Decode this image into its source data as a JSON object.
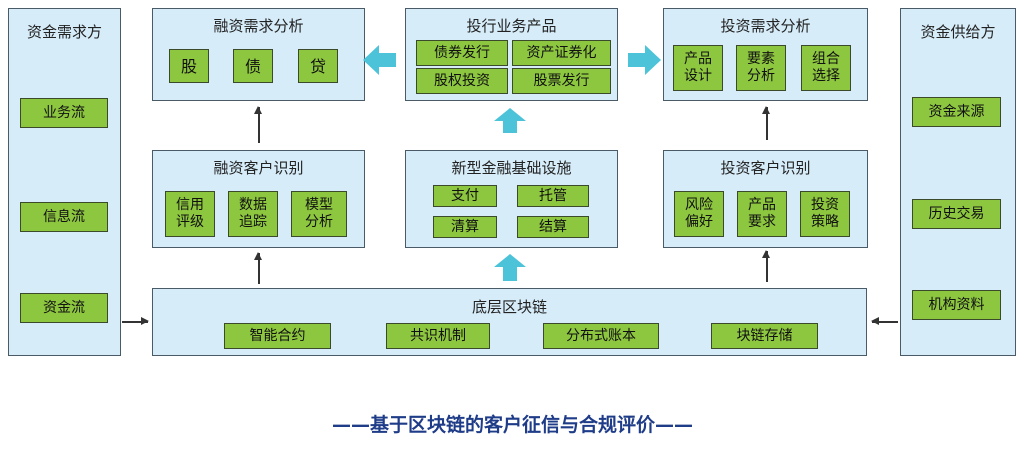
{
  "colors": {
    "panel": "#d6ecf9",
    "item": "#8dc63f",
    "big_arrow": "#4cc3d9",
    "footer": "#1f3c88"
  },
  "left_panel": {
    "title": "资金需求方",
    "items": [
      "业务流",
      "信息流",
      "资金流"
    ]
  },
  "right_panel": {
    "title": "资金供给方",
    "items": [
      "资金来源",
      "历史交易",
      "机构资料"
    ]
  },
  "financing_demand": {
    "title": "融资需求分析",
    "items": [
      "股",
      "债",
      "贷"
    ]
  },
  "ib_products": {
    "title": "投行业务产品",
    "items": [
      "债券发行",
      "资产证券化",
      "股权投资",
      "股票发行"
    ]
  },
  "investment_demand": {
    "title": "投资需求分析",
    "items": [
      "产品\n设计",
      "要素\n分析",
      "组合\n选择"
    ]
  },
  "financing_customer": {
    "title": "融资客户识别",
    "items": [
      "信用\n评级",
      "数据\n追踪",
      "模型\n分析"
    ]
  },
  "infrastructure": {
    "title": "新型金融基础设施",
    "items": [
      "支付",
      "托管",
      "清算",
      "结算"
    ]
  },
  "investment_customer": {
    "title": "投资客户识别",
    "items": [
      "风险\n偏好",
      "产品\n要求",
      "投资\n策略"
    ]
  },
  "blockchain": {
    "title": "底层区块链",
    "items": [
      "智能合约",
      "共识机制",
      "分布式账本",
      "块链存储"
    ]
  },
  "footer": "——基于区块链的客户征信与合规评价——"
}
